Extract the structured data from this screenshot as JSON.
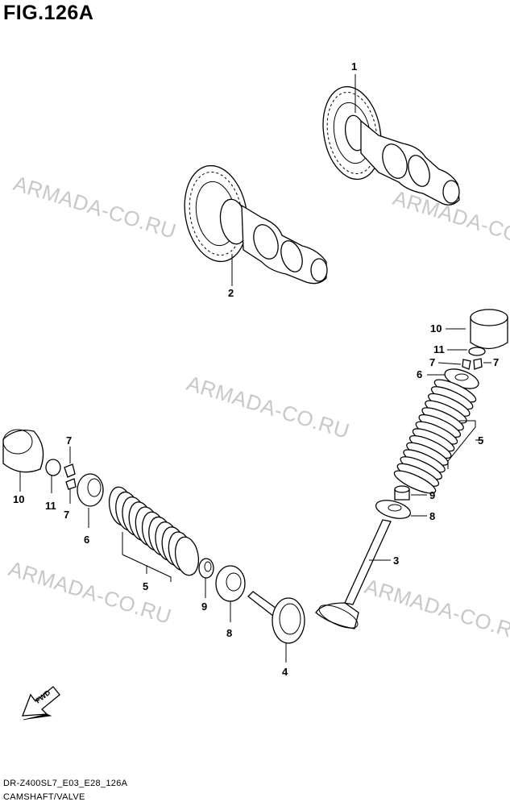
{
  "figure": {
    "title": "FIG.126A",
    "code": "DR-Z400SL7_E03_E28_126A",
    "name": "CAMSHAFT/VALVE"
  },
  "watermark": {
    "text": "ARMADA-CO.RU",
    "color": "#c8c8c8"
  },
  "direction_arrow": {
    "label": "FWD"
  },
  "callouts": {
    "c1": "1",
    "c2": "2",
    "c3": "3",
    "c4": "4",
    "c5_right": "5",
    "c5_left": "5",
    "c6_right": "6",
    "c6_left": "6",
    "c7_right_a": "7",
    "c7_right_b": "7",
    "c7_left_a": "7",
    "c7_left_b": "7",
    "c8_right": "8",
    "c8_left": "8",
    "c9_right": "9",
    "c9_left": "9",
    "c10_right": "10",
    "c10_left": "10",
    "c11_right": "11",
    "c11_left": "11"
  },
  "parts": [
    {
      "number": "1",
      "name": "camshaft-exhaust"
    },
    {
      "number": "2",
      "name": "camshaft-intake"
    },
    {
      "number": "3",
      "name": "valve"
    },
    {
      "number": "4",
      "name": "valve"
    },
    {
      "number": "5",
      "name": "valve-spring"
    },
    {
      "number": "6",
      "name": "retainer"
    },
    {
      "number": "7",
      "name": "cotter"
    },
    {
      "number": "8",
      "name": "spring-seat"
    },
    {
      "number": "9",
      "name": "oil-seal"
    },
    {
      "number": "10",
      "name": "tappet"
    },
    {
      "number": "11",
      "name": "shim"
    }
  ]
}
